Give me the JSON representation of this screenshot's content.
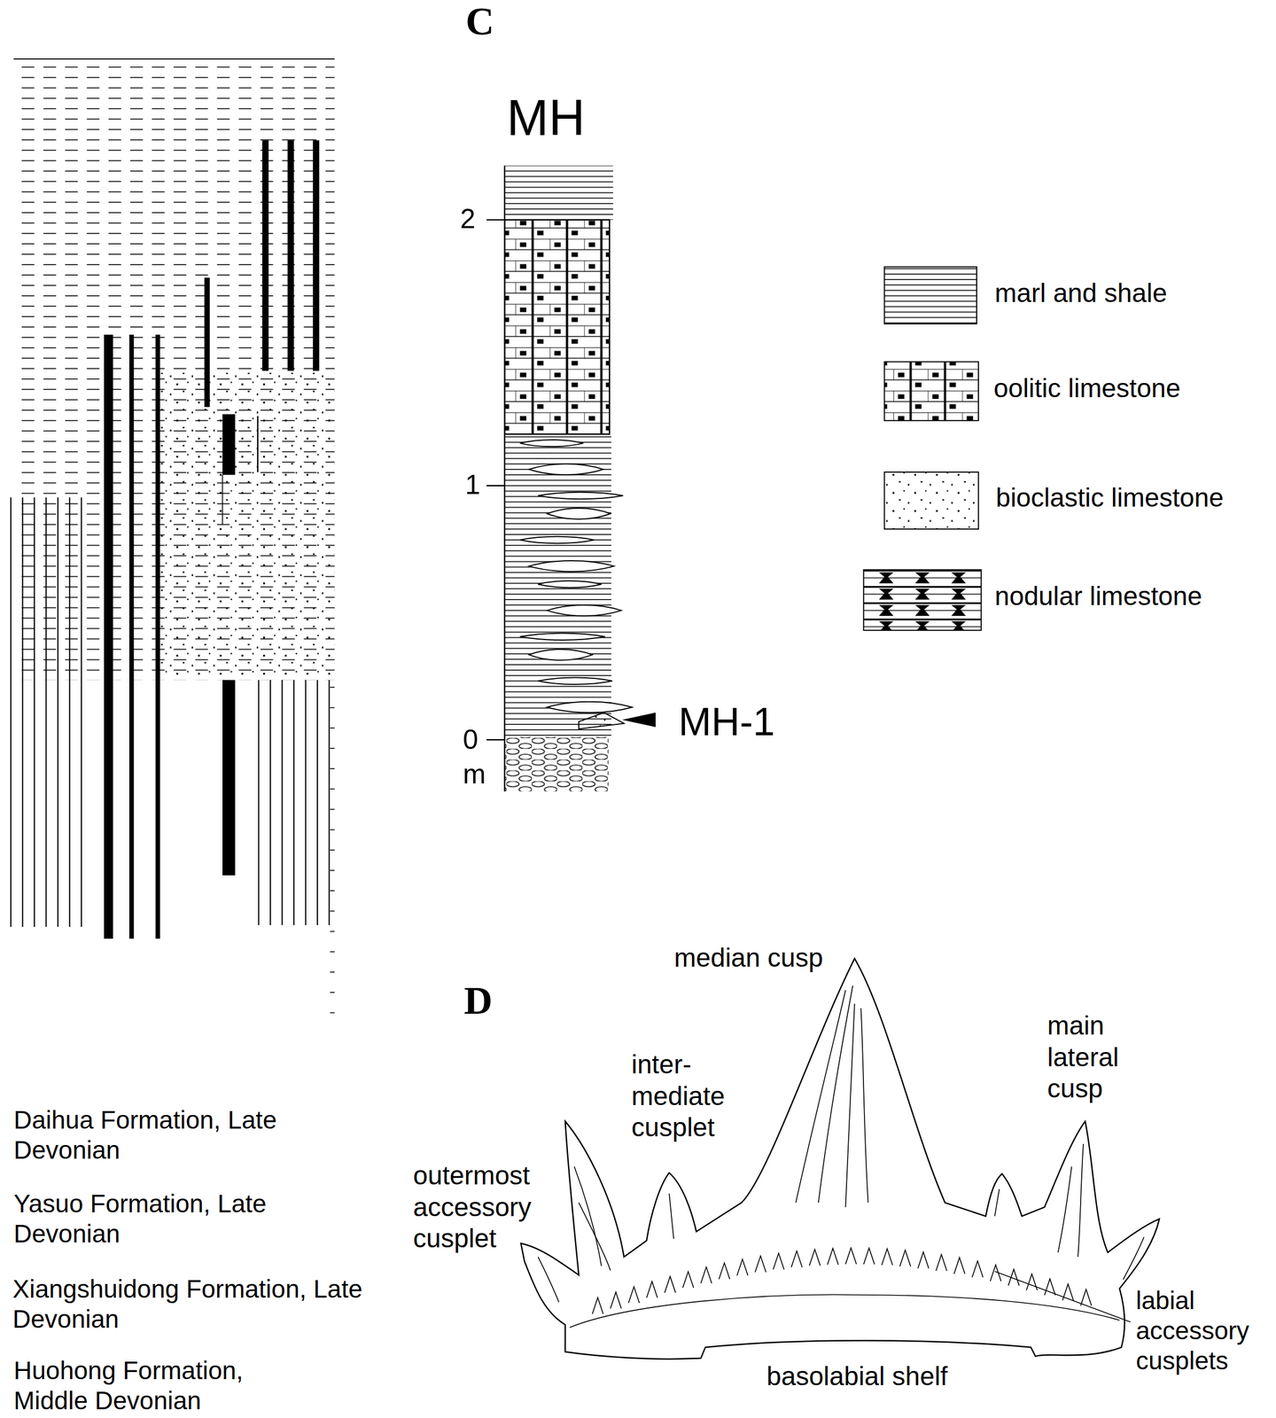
{
  "diagram": {
    "labels": [
      "C",
      "MH",
      "2",
      "1",
      "0",
      "m",
      "MH-1",
      "D",
      "median cusp",
      "inter- mediate cusplet",
      "main lateral cusp",
      "outermost accessory cusplet",
      "labial accessory cusplets",
      "basolabial shelf",
      "Daihua Formation, Late Devonian",
      "Yasuo Formation, Late Devonian",
      "Xiangshuidong Formation, Late Devonian",
      "Huohong Formation, Middle Devonian"
    ],
    "legend": [
      {
        "text": "marl and shale"
      },
      {
        "text": "oolitic limestone"
      },
      {
        "text": "bioclastic limestone"
      },
      {
        "text": "nodular limestone"
      }
    ]
  }
}
